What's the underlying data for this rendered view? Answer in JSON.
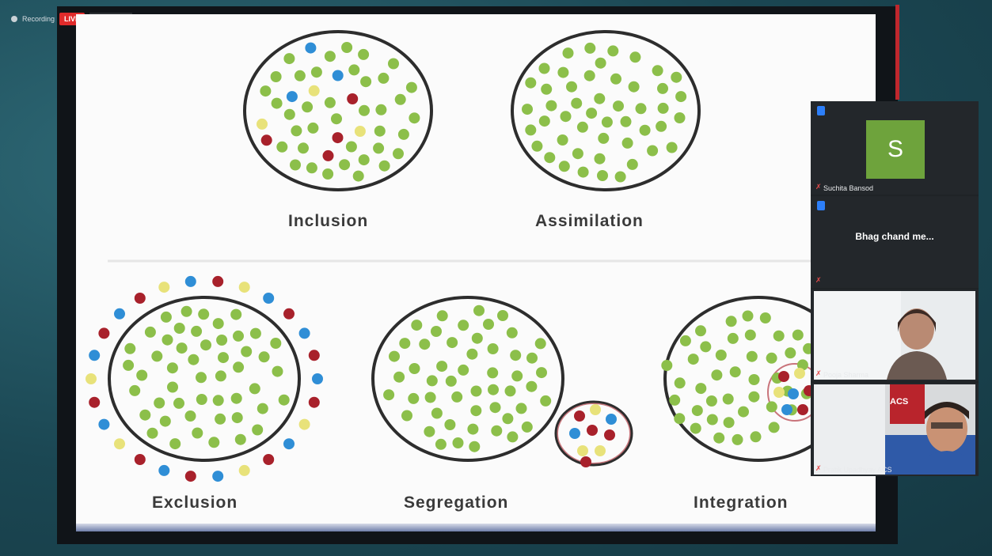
{
  "topbar": {
    "recording_label": "Recording",
    "live_label": "LIVE",
    "presenter_label": "presenter"
  },
  "slide": {
    "labels": {
      "inclusion": "Inclusion",
      "assimilation": "Assimilation",
      "exclusion": "Exclusion",
      "segregation": "Segregation",
      "integration": "Integration"
    },
    "colors": {
      "green": "#8cbf4a",
      "red": "#a8212b",
      "blue": "#2f8ed6",
      "yellow": "#e8e27a",
      "outline": "#2d2d2d"
    }
  },
  "participants": [
    {
      "name": "Suchita Bansod",
      "initial": "S",
      "type": "avatar",
      "avatar_color": "#6ea33c"
    },
    {
      "name": "",
      "display_text": "Bhag chand me...",
      "type": "text"
    },
    {
      "name": "Pooja Sharma",
      "type": "video"
    },
    {
      "name": "Pratik Upadhyay ACS",
      "type": "video",
      "overlay_text": "ACS"
    }
  ]
}
